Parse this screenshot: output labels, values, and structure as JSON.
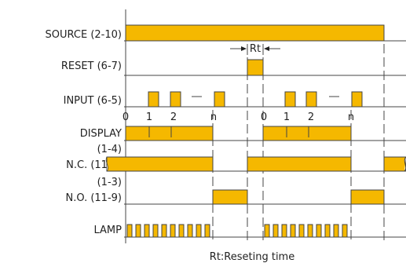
{
  "signals": {
    "source": "SOURCE (2-10)",
    "reset": "RESET (6-7)",
    "input": "INPUT (6-5)",
    "display": "DISPLAY",
    "nc_pins": "(1-4)",
    "nc": "N.C. (11-8)",
    "no_pins": "(1-3)",
    "no": "N.O. (11-9)",
    "lamp": "LAMP"
  },
  "labels": {
    "rt": "Rt"
  },
  "counts": [
    "0",
    "1",
    "2",
    "n"
  ],
  "caption": "Rt:Reseting time",
  "colors": {
    "pulse": "#f5b800",
    "line": "#444444",
    "text": "#222222"
  }
}
